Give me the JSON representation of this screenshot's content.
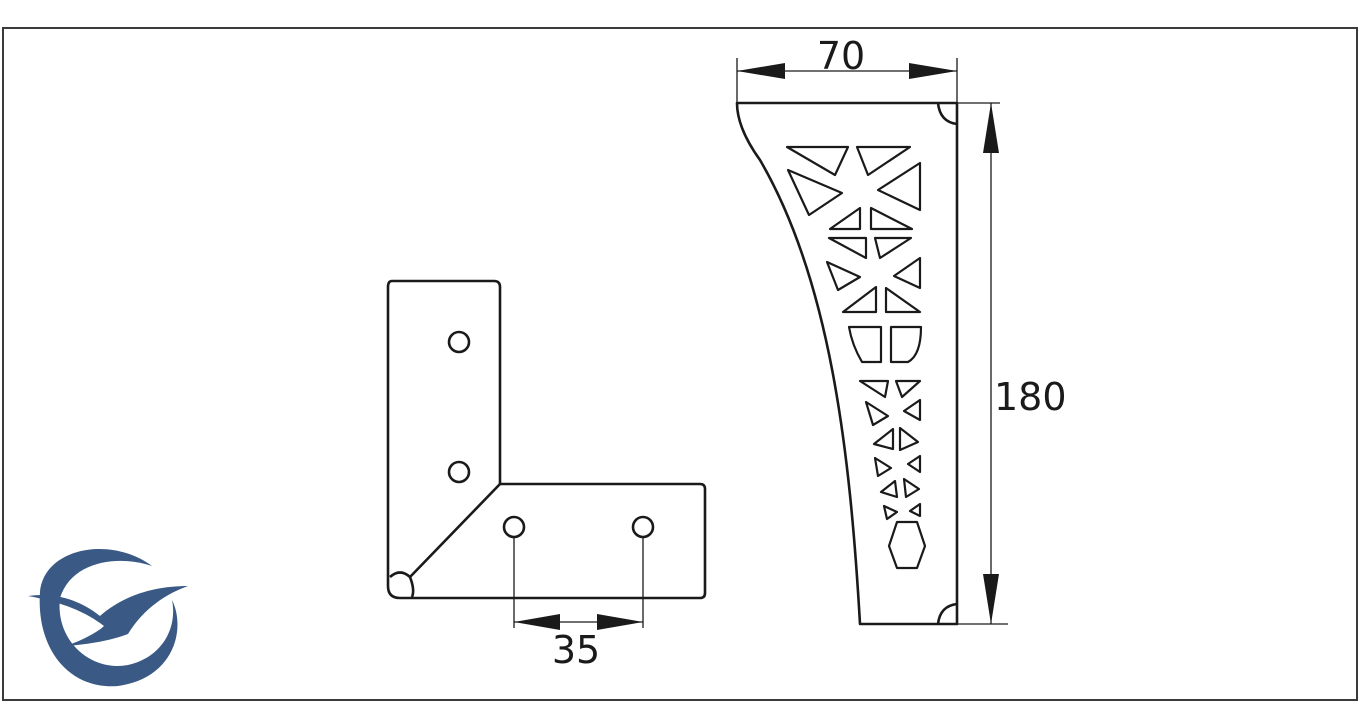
{
  "drawing": {
    "dimensions": {
      "hole_spacing": "35",
      "leg_width": "70",
      "leg_height": "180"
    }
  },
  "logo": {
    "colors": {
      "primary": "#3a5a85"
    }
  }
}
